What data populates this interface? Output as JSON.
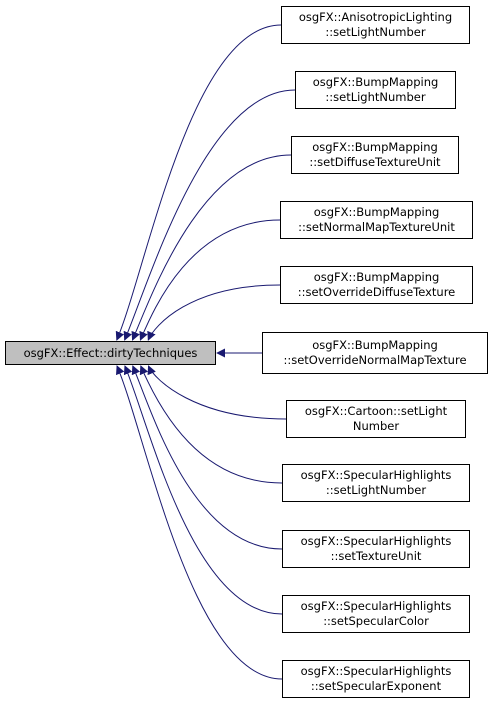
{
  "root": {
    "label": "osgFX::Effect::dirtyTechniques"
  },
  "callers": [
    {
      "line1": "osgFX::AnisotropicLighting",
      "line2": "::setLightNumber"
    },
    {
      "line1": "osgFX::BumpMapping",
      "line2": "::setLightNumber"
    },
    {
      "line1": "osgFX::BumpMapping",
      "line2": "::setDiffuseTextureUnit"
    },
    {
      "line1": "osgFX::BumpMapping",
      "line2": "::setNormalMapTextureUnit"
    },
    {
      "line1": "osgFX::BumpMapping",
      "line2": "::setOverrideDiffuseTexture"
    },
    {
      "line1": "osgFX::BumpMapping",
      "line2": "::setOverrideNormalMapTexture"
    },
    {
      "line1": "osgFX::Cartoon::setLight",
      "line2": "Number"
    },
    {
      "line1": "osgFX::SpecularHighlights",
      "line2": "::setLightNumber"
    },
    {
      "line1": "osgFX::SpecularHighlights",
      "line2": "::setTextureUnit"
    },
    {
      "line1": "osgFX::SpecularHighlights",
      "line2": "::setSpecularColor"
    },
    {
      "line1": "osgFX::SpecularHighlights",
      "line2": "::setSpecularExponent"
    }
  ],
  "colors": {
    "edge": "#191970",
    "root_fill": "#bfbfbf",
    "node_border": "#000000"
  }
}
